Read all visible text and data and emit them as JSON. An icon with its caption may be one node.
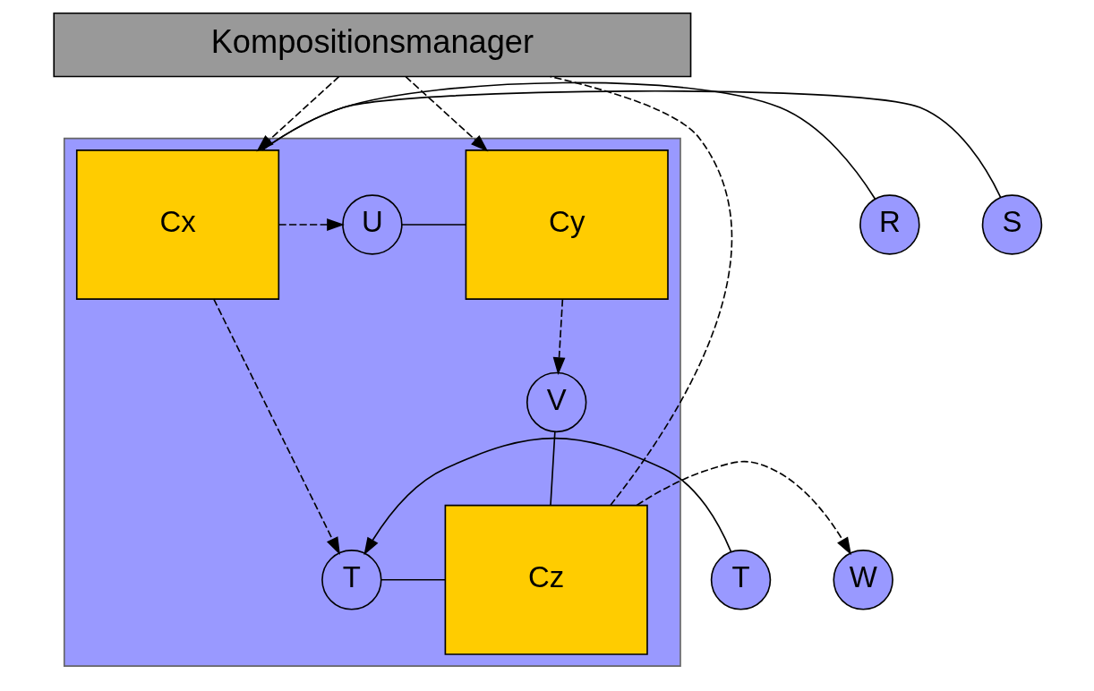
{
  "diagram": {
    "nodes": [
      {
        "text": [
          "Kompositionsmanager"
        ]
      },
      {
        "text": [],
        "shape": "box"
      },
      {
        "text": [
          "R"
        ]
      },
      {
        "text": [
          "S"
        ]
      },
      {
        "text": [
          "T"
        ]
      },
      {
        "text": [
          "Cx"
        ],
        "in": 1
      },
      {
        "text": [
          "U"
        ],
        "in": 1
      },
      {
        "text": [
          "Cy"
        ],
        "in": 1
      },
      {
        "text": [
          "V"
        ],
        "in": 1
      },
      {
        "text": [
          "T"
        ],
        "in": 1
      },
      {
        "text": [
          "Cz"
        ],
        "in": 1
      },
      {
        "text": [
          "W"
        ]
      }
    ],
    "edges": [
      {
        "from": 0,
        "to": 5,
        "arrow": "to",
        "style": "dashed"
      },
      {
        "from": 0,
        "to": 7,
        "arrow": "to",
        "style": "dashed"
      },
      {
        "from": 2,
        "to": 5,
        "arrow": "none"
      },
      {
        "from": 3,
        "to": 5,
        "arrow": "none"
      },
      {
        "from": 4,
        "to": 9,
        "arrow": "to"
      },
      {
        "from": 5,
        "to": 6,
        "arrow": "to",
        "style": "dashed"
      },
      {
        "from": 5,
        "to": 9,
        "arrow": "to",
        "style": "dashed"
      },
      {
        "from": 6,
        "to": 7,
        "arrow": "none"
      },
      {
        "from": 7,
        "to": 8,
        "arrow": "to",
        "style": "dashed"
      },
      {
        "from": 8,
        "to": 10,
        "arrow": "none"
      },
      {
        "from": 9,
        "to": 10,
        "arrow": "none"
      },
      {
        "from": 10,
        "to": 11,
        "arrow": "to",
        "style": "dashed"
      },
      {
        "from": 10,
        "to": 0,
        "arrow": "none",
        "style": "dashed"
      }
    ]
  }
}
